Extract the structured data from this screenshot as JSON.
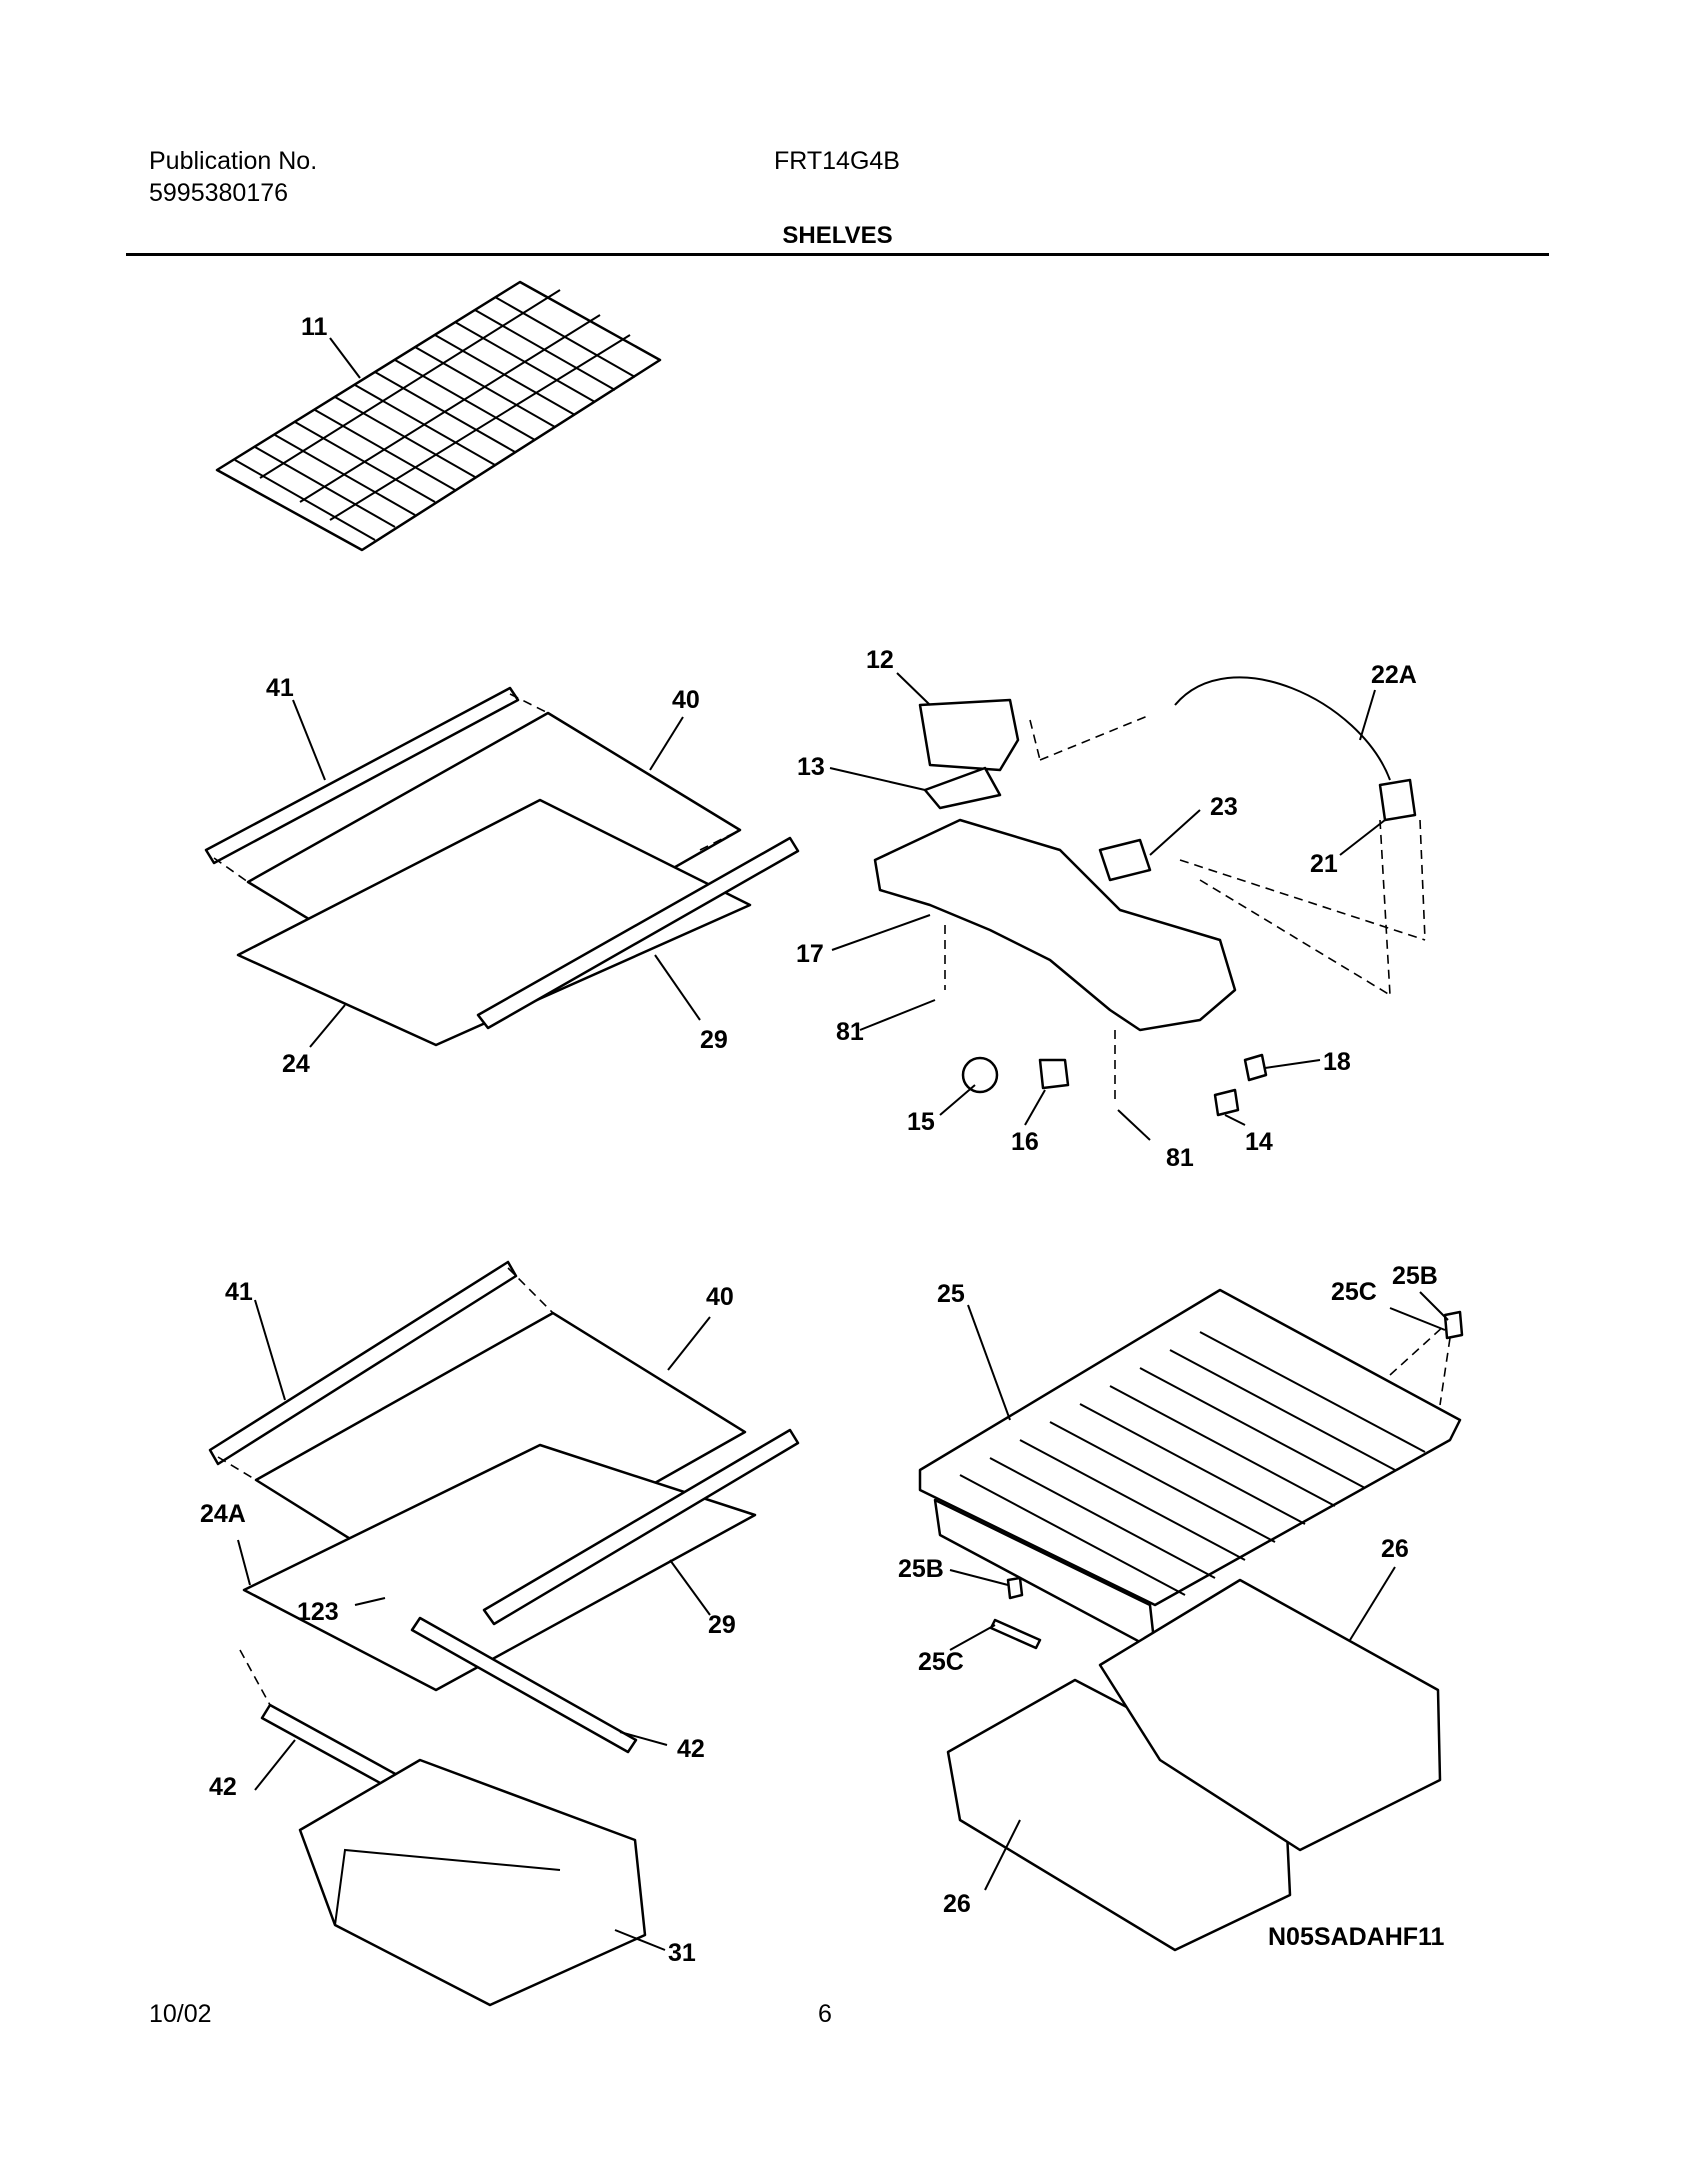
{
  "header": {
    "publication_label": "Publication No.",
    "publication_number": "5995380176",
    "model": "FRT14G4B",
    "section_title": "SHELVES"
  },
  "callouts": {
    "c11": "11",
    "c41a": "41",
    "c40a": "40",
    "c29a": "29",
    "c24": "24",
    "c12": "12",
    "c13": "13",
    "c22A": "22A",
    "c23": "23",
    "c21": "21",
    "c17": "17",
    "c81a": "81",
    "c15": "15",
    "c16": "16",
    "c81b": "81",
    "c14": "14",
    "c18": "18",
    "c41b": "41",
    "c40b": "40",
    "c24A": "24A",
    "c123": "123",
    "c29b": "29",
    "c42a": "42",
    "c42b": "42",
    "c31": "31",
    "c25": "25",
    "c25C_top": "25C",
    "c25B_top": "25B",
    "c25B_bot": "25B",
    "c25C_bot": "25C",
    "c26a": "26",
    "c26b": "26"
  },
  "diagram_code": "N05SADAHF11",
  "footer": {
    "date": "10/02",
    "page": "6"
  }
}
